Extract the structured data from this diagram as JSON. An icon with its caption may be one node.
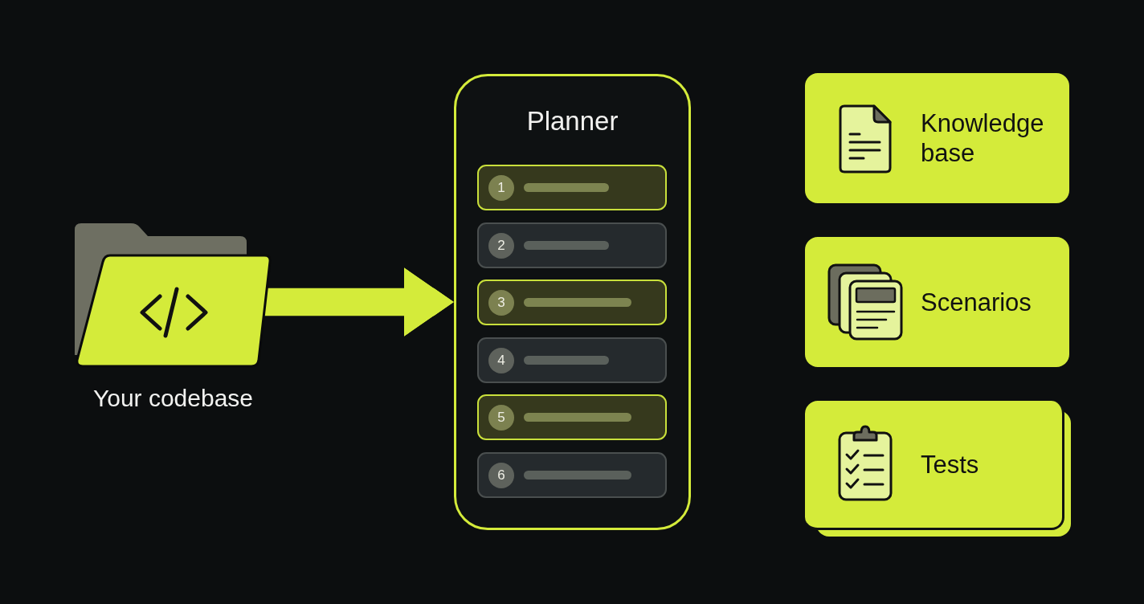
{
  "diagram": {
    "nodes": [
      {
        "text": [],
        "shape": "picture",
        "beside": [
          "Your codebase"
        ]
      },
      {
        "text": [
          "Planner"
        ]
      },
      {
        "text": [
          "1"
        ],
        "in": 1
      },
      {
        "text": [
          "2"
        ],
        "in": 1
      },
      {
        "text": [
          "3"
        ],
        "in": 1
      },
      {
        "text": [
          "4"
        ],
        "in": 1
      },
      {
        "text": [
          "5"
        ],
        "in": 1
      },
      {
        "text": [
          "6"
        ],
        "in": 1
      },
      {
        "text": [
          "Knowledge base"
        ]
      },
      {
        "text": [
          "Scenarios"
        ]
      },
      {
        "text": [
          "Tests"
        ]
      }
    ],
    "edges": [
      {
        "from": 0,
        "to": 1,
        "arrow": "to"
      }
    ]
  }
}
